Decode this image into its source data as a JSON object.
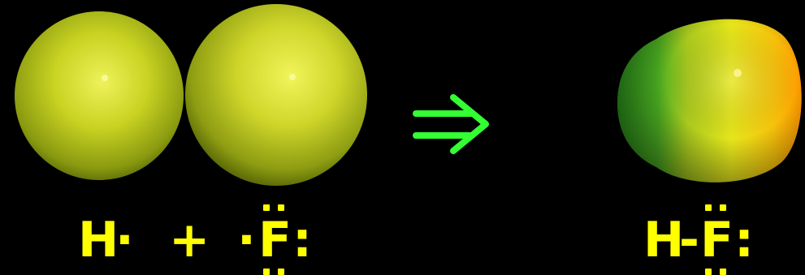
{
  "reactants": {
    "hydrogen_symbol": "H",
    "hydrogen_radical_dot": "·",
    "plus_sign": "+",
    "fluorine_symbol": "F",
    "fluorine_left_dot": "·",
    "fluorine_right_pair": ":"
  },
  "arrow": {
    "glyph": "⇒"
  },
  "product": {
    "hydrogen_symbol": "H",
    "bond": "-",
    "fluorine_symbol": "F",
    "fluorine_right_pair": ":"
  },
  "colors": {
    "background": "#000000",
    "text": "#ffff00",
    "arrow": "#33ff33",
    "sphere_yellow_green": "#c8d21e",
    "product_green_end": "#2f9a1e",
    "product_orange_end": "#ff9a00"
  }
}
